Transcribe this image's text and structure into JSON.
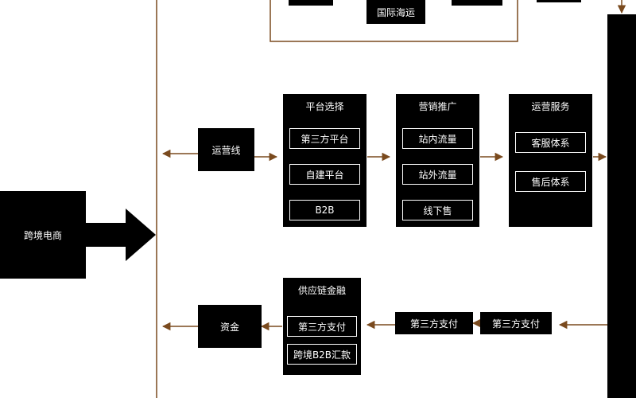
{
  "colors": {
    "connector": "#7a4a1e",
    "box": "#000000",
    "text": "#ffffff",
    "background": "#ffffff"
  },
  "nodes": {
    "cross_border_ecommerce": "跨境电商",
    "operation_line": "运营线",
    "funds": "资金",
    "intl_shipping": "国际海运",
    "third_party_pay_mid": "第三方支付",
    "third_party_pay_right": "第三方支付"
  },
  "groups": {
    "platform": {
      "title": "平台选择",
      "items": [
        "第三方平台",
        "自建平台",
        "B2B"
      ]
    },
    "marketing": {
      "title": "营销推广",
      "items": [
        "站内流量",
        "站外流量",
        "线下售"
      ]
    },
    "service": {
      "title": "运营服务",
      "items": [
        "客服体系",
        "售后体系"
      ]
    },
    "finance": {
      "title": "供应链金融",
      "items": [
        "第三方支付",
        "跨境B2B汇款"
      ]
    }
  }
}
